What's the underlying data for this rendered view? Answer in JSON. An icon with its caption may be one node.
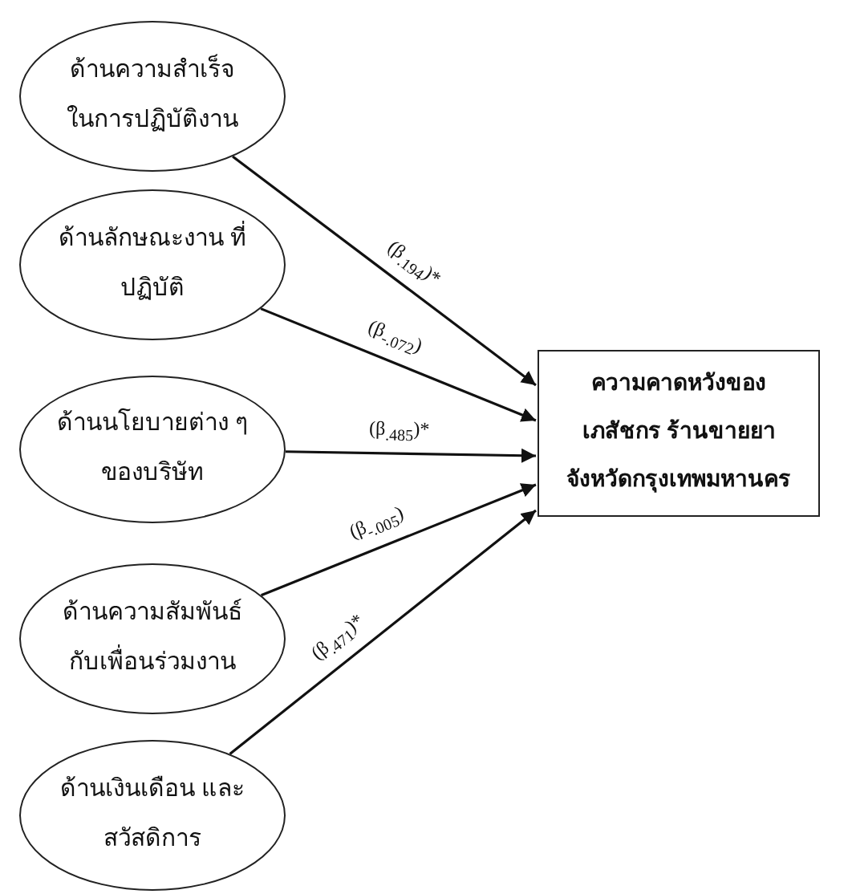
{
  "diagram": {
    "nodes": [
      {
        "text": [
          "ด้านความสำเร็จ ในการปฏิบัติงาน"
        ]
      },
      {
        "text": [
          "ด้านลักษณะงาน ที่ปฏิบัติ"
        ]
      },
      {
        "text": [
          "ด้านนโยบายต่าง ๆของบริษัท"
        ]
      },
      {
        "text": [
          "ด้านความสัมพันธ์ กับเพื่อนร่วมงาน"
        ]
      },
      {
        "text": [
          "ด้านเงินเดือน และสวัสดิการ"
        ]
      },
      {
        "text": [
          "ความคาดหวังของเภสัชกร ร้านขายยา จังหวัดกรุงเทพมหานคร"
        ]
      }
    ],
    "edges": [
      {
        "from": 0,
        "to": 5,
        "arrow": "to",
        "label": "(β$_{.194}$)*"
      },
      {
        "from": 1,
        "to": 5,
        "arrow": "to",
        "label": "(β$_{-.072}$)"
      },
      {
        "from": 2,
        "to": 5,
        "arrow": "to",
        "label": "(β$_{.485}$)*"
      },
      {
        "from": 3,
        "to": 5,
        "arrow": "to",
        "label": "(β$_{-.005}$)"
      },
      {
        "from": 4,
        "to": 5,
        "arrow": "to",
        "label": "(β$_{.471}$)*"
      }
    ]
  }
}
